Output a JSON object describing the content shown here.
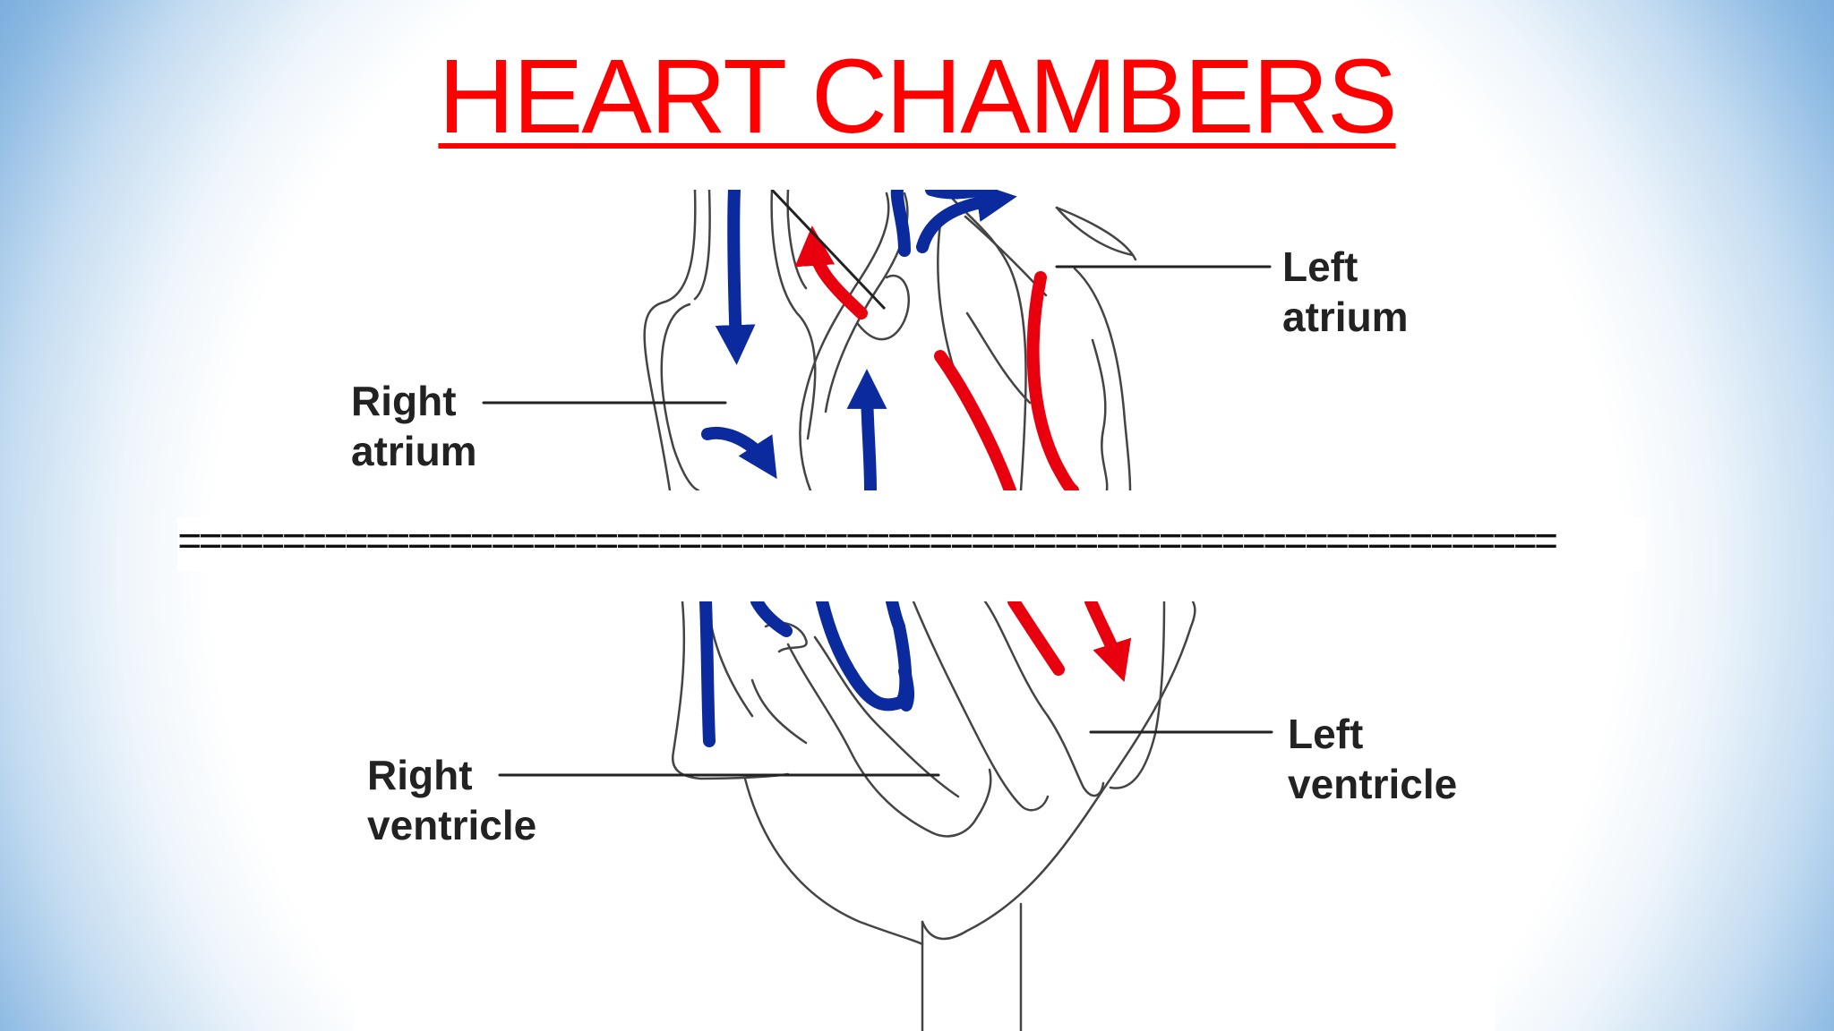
{
  "slide": {
    "title": "HEART CHAMBERS",
    "separator": "=================================================================="
  },
  "labels": {
    "right_atrium": [
      "Right",
      "atrium"
    ],
    "left_atrium": [
      "Left",
      "atrium"
    ],
    "right_ventricle": [
      "Right",
      "ventricle"
    ],
    "left_ventricle": [
      "Left",
      "ventricle"
    ]
  },
  "colors": {
    "title": "#ff0000",
    "oxygenated_flow": "#e8000f",
    "deoxygenated_flow": "#0a2a9e",
    "outline": "#444444",
    "background_edge": "#5c97d2"
  }
}
